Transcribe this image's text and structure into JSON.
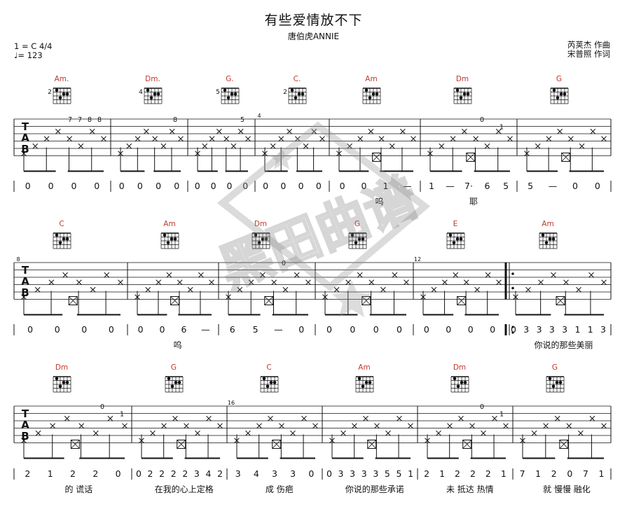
{
  "header": {
    "title": "有些爱情放不下",
    "artist": "唐伯虎ANNIE",
    "key_time": "1 = C 4/4",
    "tempo": "♩= 123",
    "composer": "芮荚杰 作曲",
    "lyricist": "宋普照 作词"
  },
  "watermark": {
    "text": "黑田曲谱"
  },
  "colors": {
    "chord": "#c0392b",
    "ink": "#111111",
    "stamp": "#9a9a9a"
  },
  "tab_clef": [
    "T",
    "A",
    "B"
  ],
  "rows": [
    {
      "chords": [
        {
          "name": "Am.",
          "fret": "2"
        },
        {
          "name": "Dm.",
          "fret": "4"
        },
        {
          "name": "G.",
          "fret": "5"
        },
        {
          "name": "C.",
          "fret": "2"
        },
        {
          "name": "Am",
          "fret": ""
        },
        {
          "name": "Dm",
          "fret": ""
        },
        {
          "name": "G",
          "fret": ""
        }
      ],
      "measure_numbers": [
        "4"
      ],
      "tab_numbers": [
        "7",
        "7",
        "8",
        "8",
        "8",
        "5",
        "0",
        "1"
      ],
      "notation": [
        "0 0 0 0",
        "0 0 0 0",
        "0 0 0 0",
        "0 0 0 0",
        "0 0 1 —",
        "1 — 7· 6 5",
        "5 — 0 0"
      ],
      "lyrics": [
        "",
        "",
        "",
        "",
        "呜",
        "耶",
        ""
      ]
    },
    {
      "chords": [
        {
          "name": "C",
          "fret": ""
        },
        {
          "name": "Am",
          "fret": ""
        },
        {
          "name": "Dm",
          "fret": ""
        },
        {
          "name": "G",
          "fret": ""
        },
        {
          "name": "E",
          "fret": ""
        },
        {
          "name": "Am",
          "fret": ""
        }
      ],
      "measure_numbers": [
        "8",
        "12"
      ],
      "tab_numbers": [
        "0"
      ],
      "notation": [
        "0 0 0 0",
        "0 0 6 —",
        "6 5 — 0",
        "0 0 0 0",
        "0 0 0 0",
        "0 3 3 3 3 1 1 3"
      ],
      "lyrics": [
        "",
        "呜",
        "",
        "",
        "",
        "你说的那些美丽"
      ]
    },
    {
      "chords": [
        {
          "name": "Dm",
          "fret": ""
        },
        {
          "name": "G",
          "fret": ""
        },
        {
          "name": "C",
          "fret": ""
        },
        {
          "name": "Am",
          "fret": ""
        },
        {
          "name": "Dm",
          "fret": ""
        },
        {
          "name": "G",
          "fret": ""
        }
      ],
      "measure_numbers": [
        "16"
      ],
      "tab_numbers": [
        "0",
        "1",
        "0",
        "1"
      ],
      "notation": [
        "2 1 2 2 0",
        "0 2 2 2 2 3 4 2",
        "3 4 3 3 0",
        "0 3 3 3 3 5 5 1",
        "2 1 2 2 2 1",
        "7 1 2 0 7 1"
      ],
      "lyrics": [
        "的 谎话",
        "在我的心上定格",
        "成 伤疤",
        "你说的那些承诺",
        "未 抵达 热情",
        "就 慢慢 融化"
      ]
    }
  ]
}
